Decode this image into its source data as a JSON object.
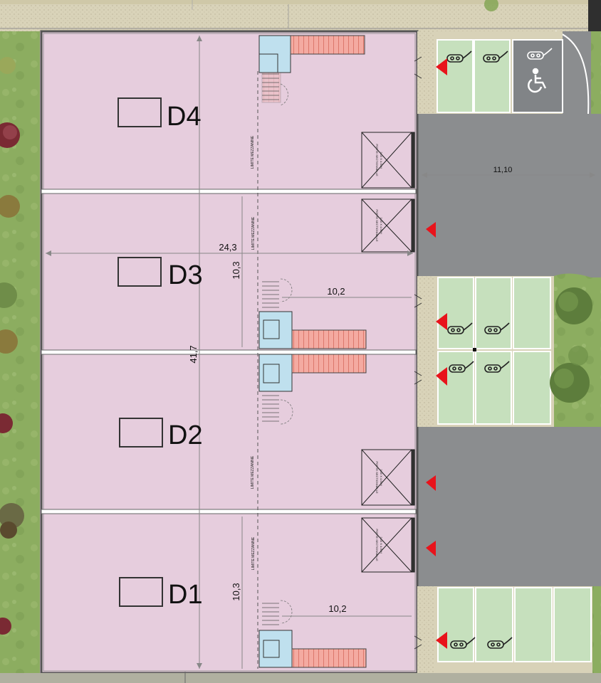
{
  "units": [
    {
      "name": "D4"
    },
    {
      "name": "D3"
    },
    {
      "name": "D2"
    },
    {
      "name": "D1"
    }
  ],
  "dimensions": {
    "total_width": "24,3",
    "total_height": "41,7",
    "bay_depth_d3": "10,3",
    "bay_depth_d1": "10,3",
    "mezz_width_d3": "10,2",
    "mezz_width_d1": "10,2",
    "road_width": "11,10"
  },
  "annotations": {
    "mezzanine_limit": "LIMITE MEZZANINE",
    "door_label": "PORTE SECTIONNELLE",
    "door_size": "3.50 X 4.00H"
  },
  "colors": {
    "unit_fill": "#e6cddd",
    "grass": "#8daf62",
    "road": "#8a8c8e",
    "parking": "#c6e0bd",
    "entrance_arrow": "#e8131b",
    "stairs": "#f2a39a",
    "wc": "#bfe0ee"
  },
  "icons": [
    "ev-charger-icon",
    "wheelchair-icon",
    "entrance-arrow-icon",
    "tree-icon",
    "stair-icon",
    "sectional-door-icon"
  ]
}
